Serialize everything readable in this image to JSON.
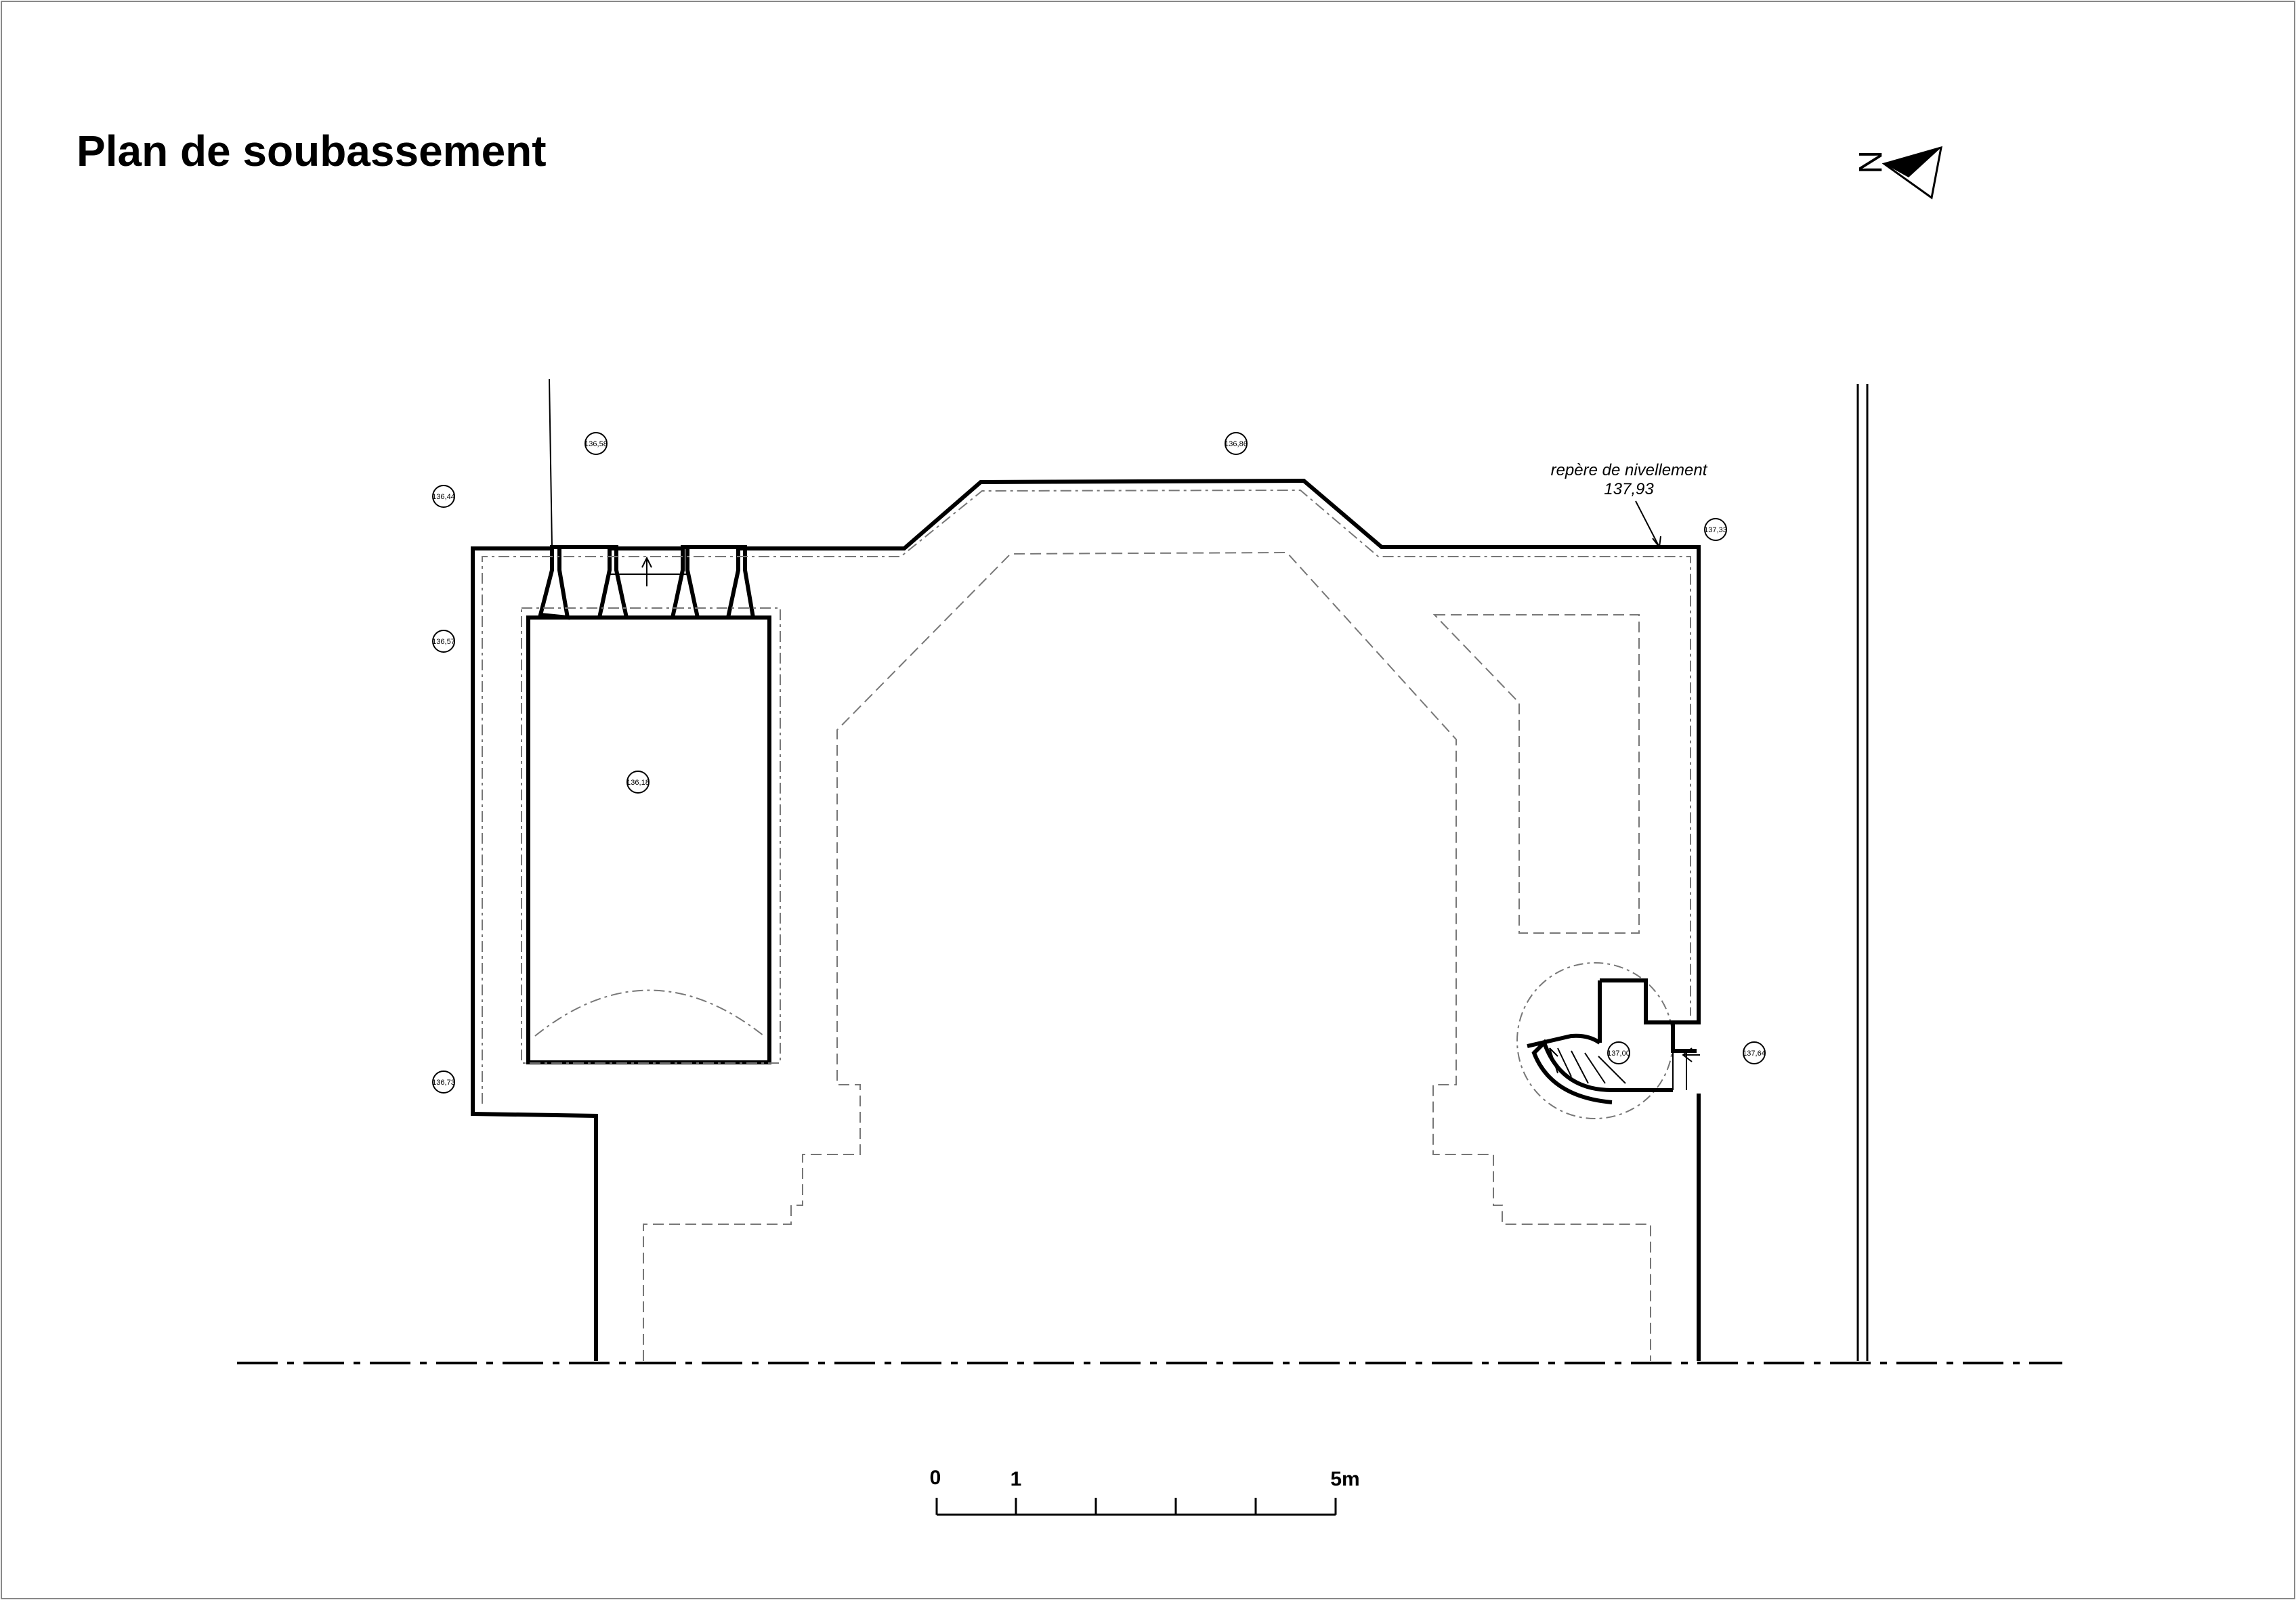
{
  "drawing": {
    "title": "Plan de soubassement",
    "north_label": "N",
    "benchmark": {
      "label": "repère de nivellement",
      "value": "137,93"
    },
    "spot_levels": [
      "136,44",
      "136,58",
      "136,86",
      "137,33",
      "136,57",
      "136,18",
      "136,73",
      "137,00",
      "137,64"
    ],
    "scale_bar": {
      "labels": [
        "0",
        "1",
        "5m"
      ]
    }
  },
  "colors": {
    "line": "#000000",
    "dashed": "#7a7a7a",
    "background": "#ffffff"
  }
}
